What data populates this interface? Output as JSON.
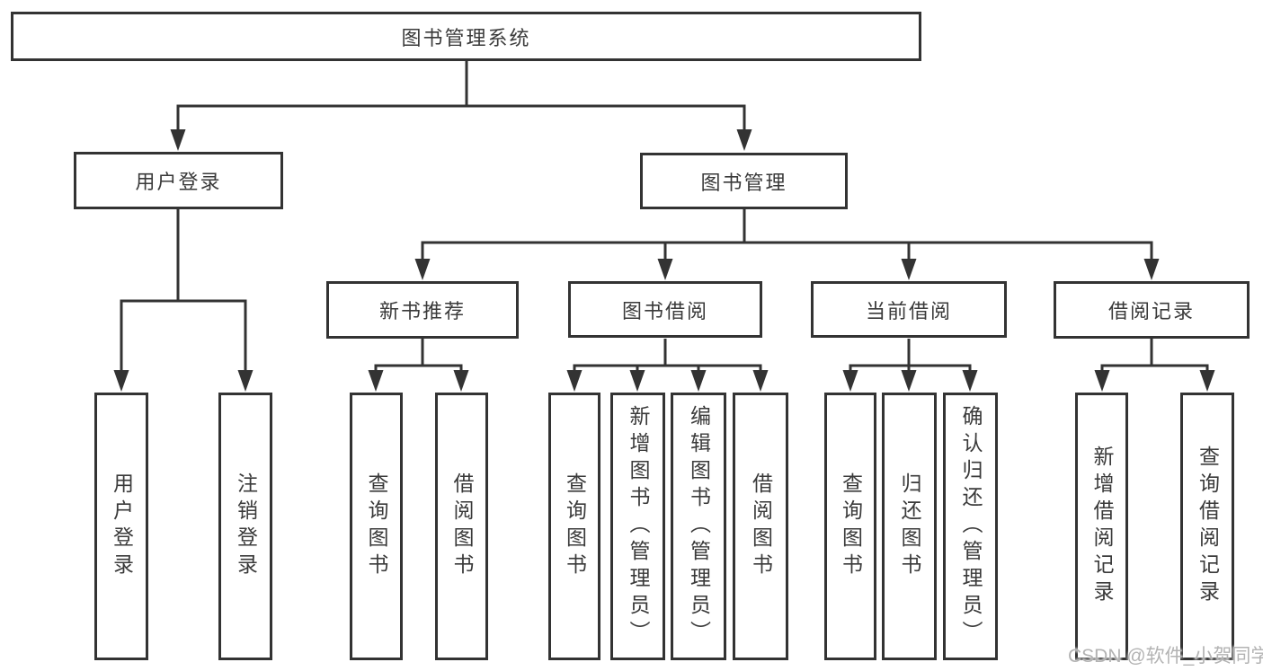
{
  "diagram": {
    "root": {
      "label": "图书管理系统"
    },
    "branches": [
      {
        "label": "用户登录",
        "children": [
          {
            "label": "用户登录"
          },
          {
            "label": "注销登录"
          }
        ]
      },
      {
        "label": "图书管理",
        "children": [
          {
            "label": "新书推荐",
            "children": [
              {
                "label": "查询图书"
              },
              {
                "label": "借阅图书"
              }
            ]
          },
          {
            "label": "图书借阅",
            "children": [
              {
                "label": "查询图书"
              },
              {
                "label": "新增图书（管理员）"
              },
              {
                "label": "编辑图书（管理员）"
              },
              {
                "label": "借阅图书"
              }
            ]
          },
          {
            "label": "当前借阅",
            "children": [
              {
                "label": "查询图书"
              },
              {
                "label": "归还图书"
              },
              {
                "label": "确认归还（管理员）"
              }
            ]
          },
          {
            "label": "借阅记录",
            "children": [
              {
                "label": "新增借阅记录"
              },
              {
                "label": "查询借阅记录"
              }
            ]
          }
        ]
      }
    ]
  },
  "watermark": {
    "text": "CSDN @软件_小贺同学"
  },
  "colors": {
    "line": "#333333",
    "text": "#3a3a3a",
    "box_fill": "#ffffff",
    "watermark": "#b3b3b3"
  }
}
